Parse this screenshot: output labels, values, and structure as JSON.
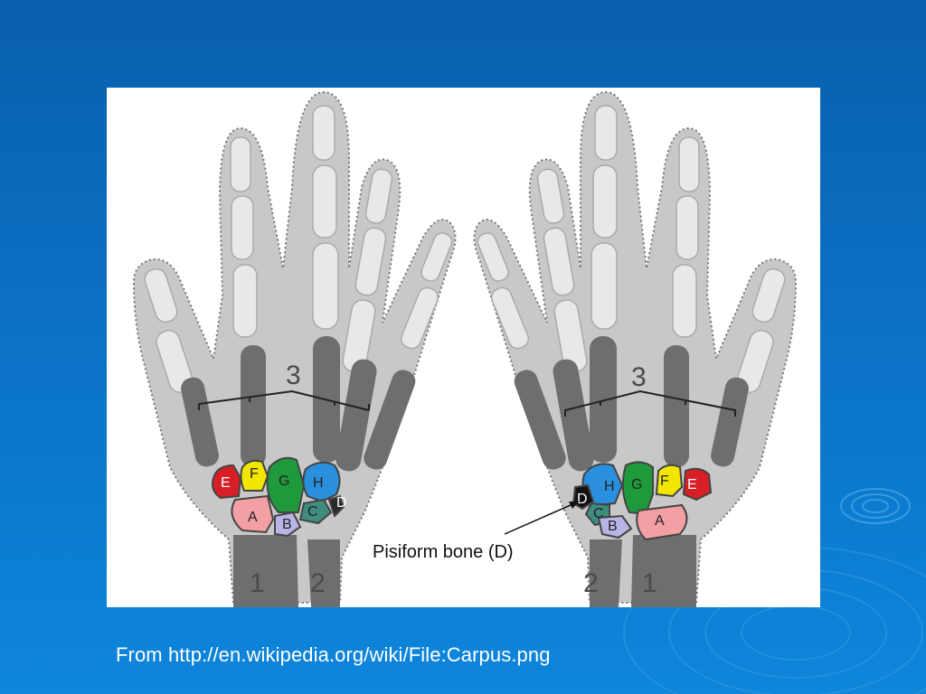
{
  "slide": {
    "background_color": "#0b6fc1",
    "caption": "From http://en.wikipedia.org/wiki/File:Carpus.png"
  },
  "figure": {
    "callout_text": "Pisiform bone (D)",
    "left_hand": {
      "numbers": [
        "3",
        "1",
        "2"
      ],
      "bones": [
        {
          "letter": "E",
          "color": "#d81f26"
        },
        {
          "letter": "F",
          "color": "#f2e600"
        },
        {
          "letter": "G",
          "color": "#1e9a3c"
        },
        {
          "letter": "H",
          "color": "#2a8fdc"
        },
        {
          "letter": "A",
          "color": "#f2a0a4"
        },
        {
          "letter": "B",
          "color": "#b9b4e6"
        },
        {
          "letter": "C",
          "color": "#3f8d7c"
        },
        {
          "letter": "D",
          "color": "#2a2a2a"
        }
      ]
    },
    "right_hand": {
      "numbers": [
        "3",
        "2",
        "1"
      ],
      "bones": [
        {
          "letter": "H",
          "color": "#2a8fdc"
        },
        {
          "letter": "G",
          "color": "#1e9a3c"
        },
        {
          "letter": "F",
          "color": "#f2e600"
        },
        {
          "letter": "E",
          "color": "#d81f26"
        },
        {
          "letter": "D",
          "color": "#111111"
        },
        {
          "letter": "C",
          "color": "#3f8d7c"
        },
        {
          "letter": "B",
          "color": "#b9b4e6"
        },
        {
          "letter": "A",
          "color": "#f2a0a4"
        }
      ]
    }
  }
}
